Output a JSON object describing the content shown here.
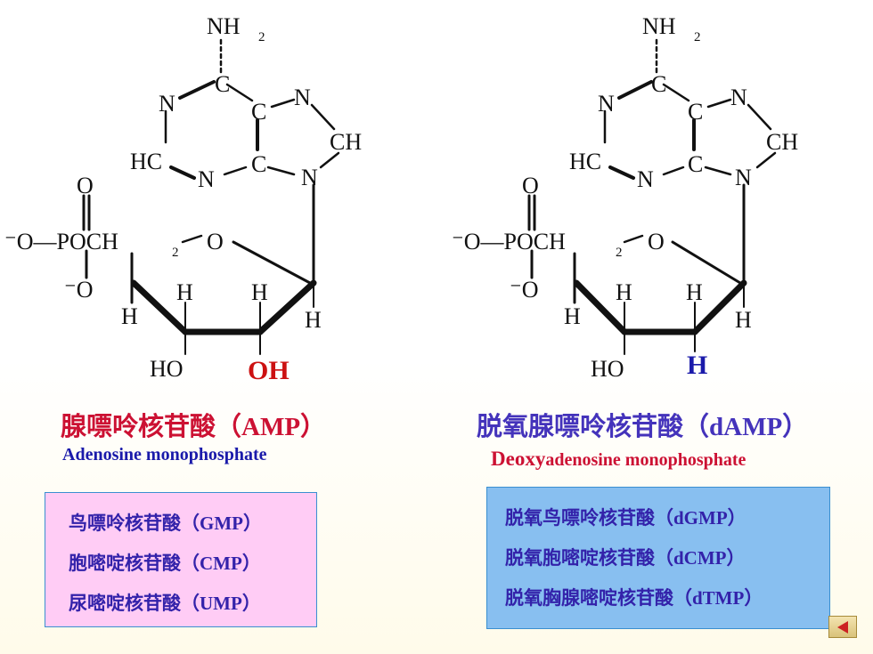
{
  "amp": {
    "structure": {
      "nh2": "NH",
      "nh2_sub": "2",
      "n1": "N",
      "c6": "C",
      "c5": "C",
      "n7": "N",
      "ch8": "CH",
      "hc2": "HC",
      "n3": "N",
      "c4": "C",
      "n9": "N",
      "o_double": "O",
      "phosphate": "⁻O—POCH",
      "ch2_sub": "2",
      "o_ring": "O",
      "o_minus": "⁻O",
      "h_a": "H",
      "h_b": "H",
      "h_c": "H",
      "h_d": "H",
      "ho": "HO",
      "highlight": "OH"
    },
    "name_zh": "腺嘌呤核苷酸（AMP）",
    "name_en": "Adenosine monophosphate"
  },
  "damp": {
    "structure": {
      "nh2": "NH",
      "nh2_sub": "2",
      "n1": "N",
      "c6": "C",
      "c5": "C",
      "n7": "N",
      "ch8": "CH",
      "hc2": "HC",
      "n3": "N",
      "c4": "C",
      "n9": "N",
      "o_double": "O",
      "phosphate": "⁻O—POCH",
      "ch2_sub": "2",
      "o_ring": "O",
      "o_minus": "⁻O",
      "h_a": "H",
      "h_b": "H",
      "h_c": "H",
      "h_d": "H",
      "ho": "HO",
      "highlight": "H"
    },
    "name_zh": "脱氧腺嘌呤核苷酸（dAMP）",
    "name_en_prefix": "Deoxy",
    "name_en_rest": "adenosine monophosphate"
  },
  "left_box": {
    "items": [
      "鸟嘌呤核苷酸（GMP）",
      "胞嘧啶核苷酸（CMP）",
      "尿嘧啶核苷酸（UMP）"
    ]
  },
  "right_box": {
    "items": [
      "脱氧鸟嘌呤核苷酸（dGMP）",
      "脱氧胞嘧啶核苷酸（dCMP）",
      "脱氧胸腺嘧啶核苷酸（dTMP）"
    ]
  },
  "colors": {
    "amp_name": "#cc1133",
    "damp_name": "#4433bb",
    "en_blue": "#1a1aaa",
    "left_box_bg": "#ffccf5",
    "right_box_bg": "#88bff0",
    "box_text": "#3322aa"
  },
  "nav": {
    "back_icon": "triangle-left-icon"
  }
}
